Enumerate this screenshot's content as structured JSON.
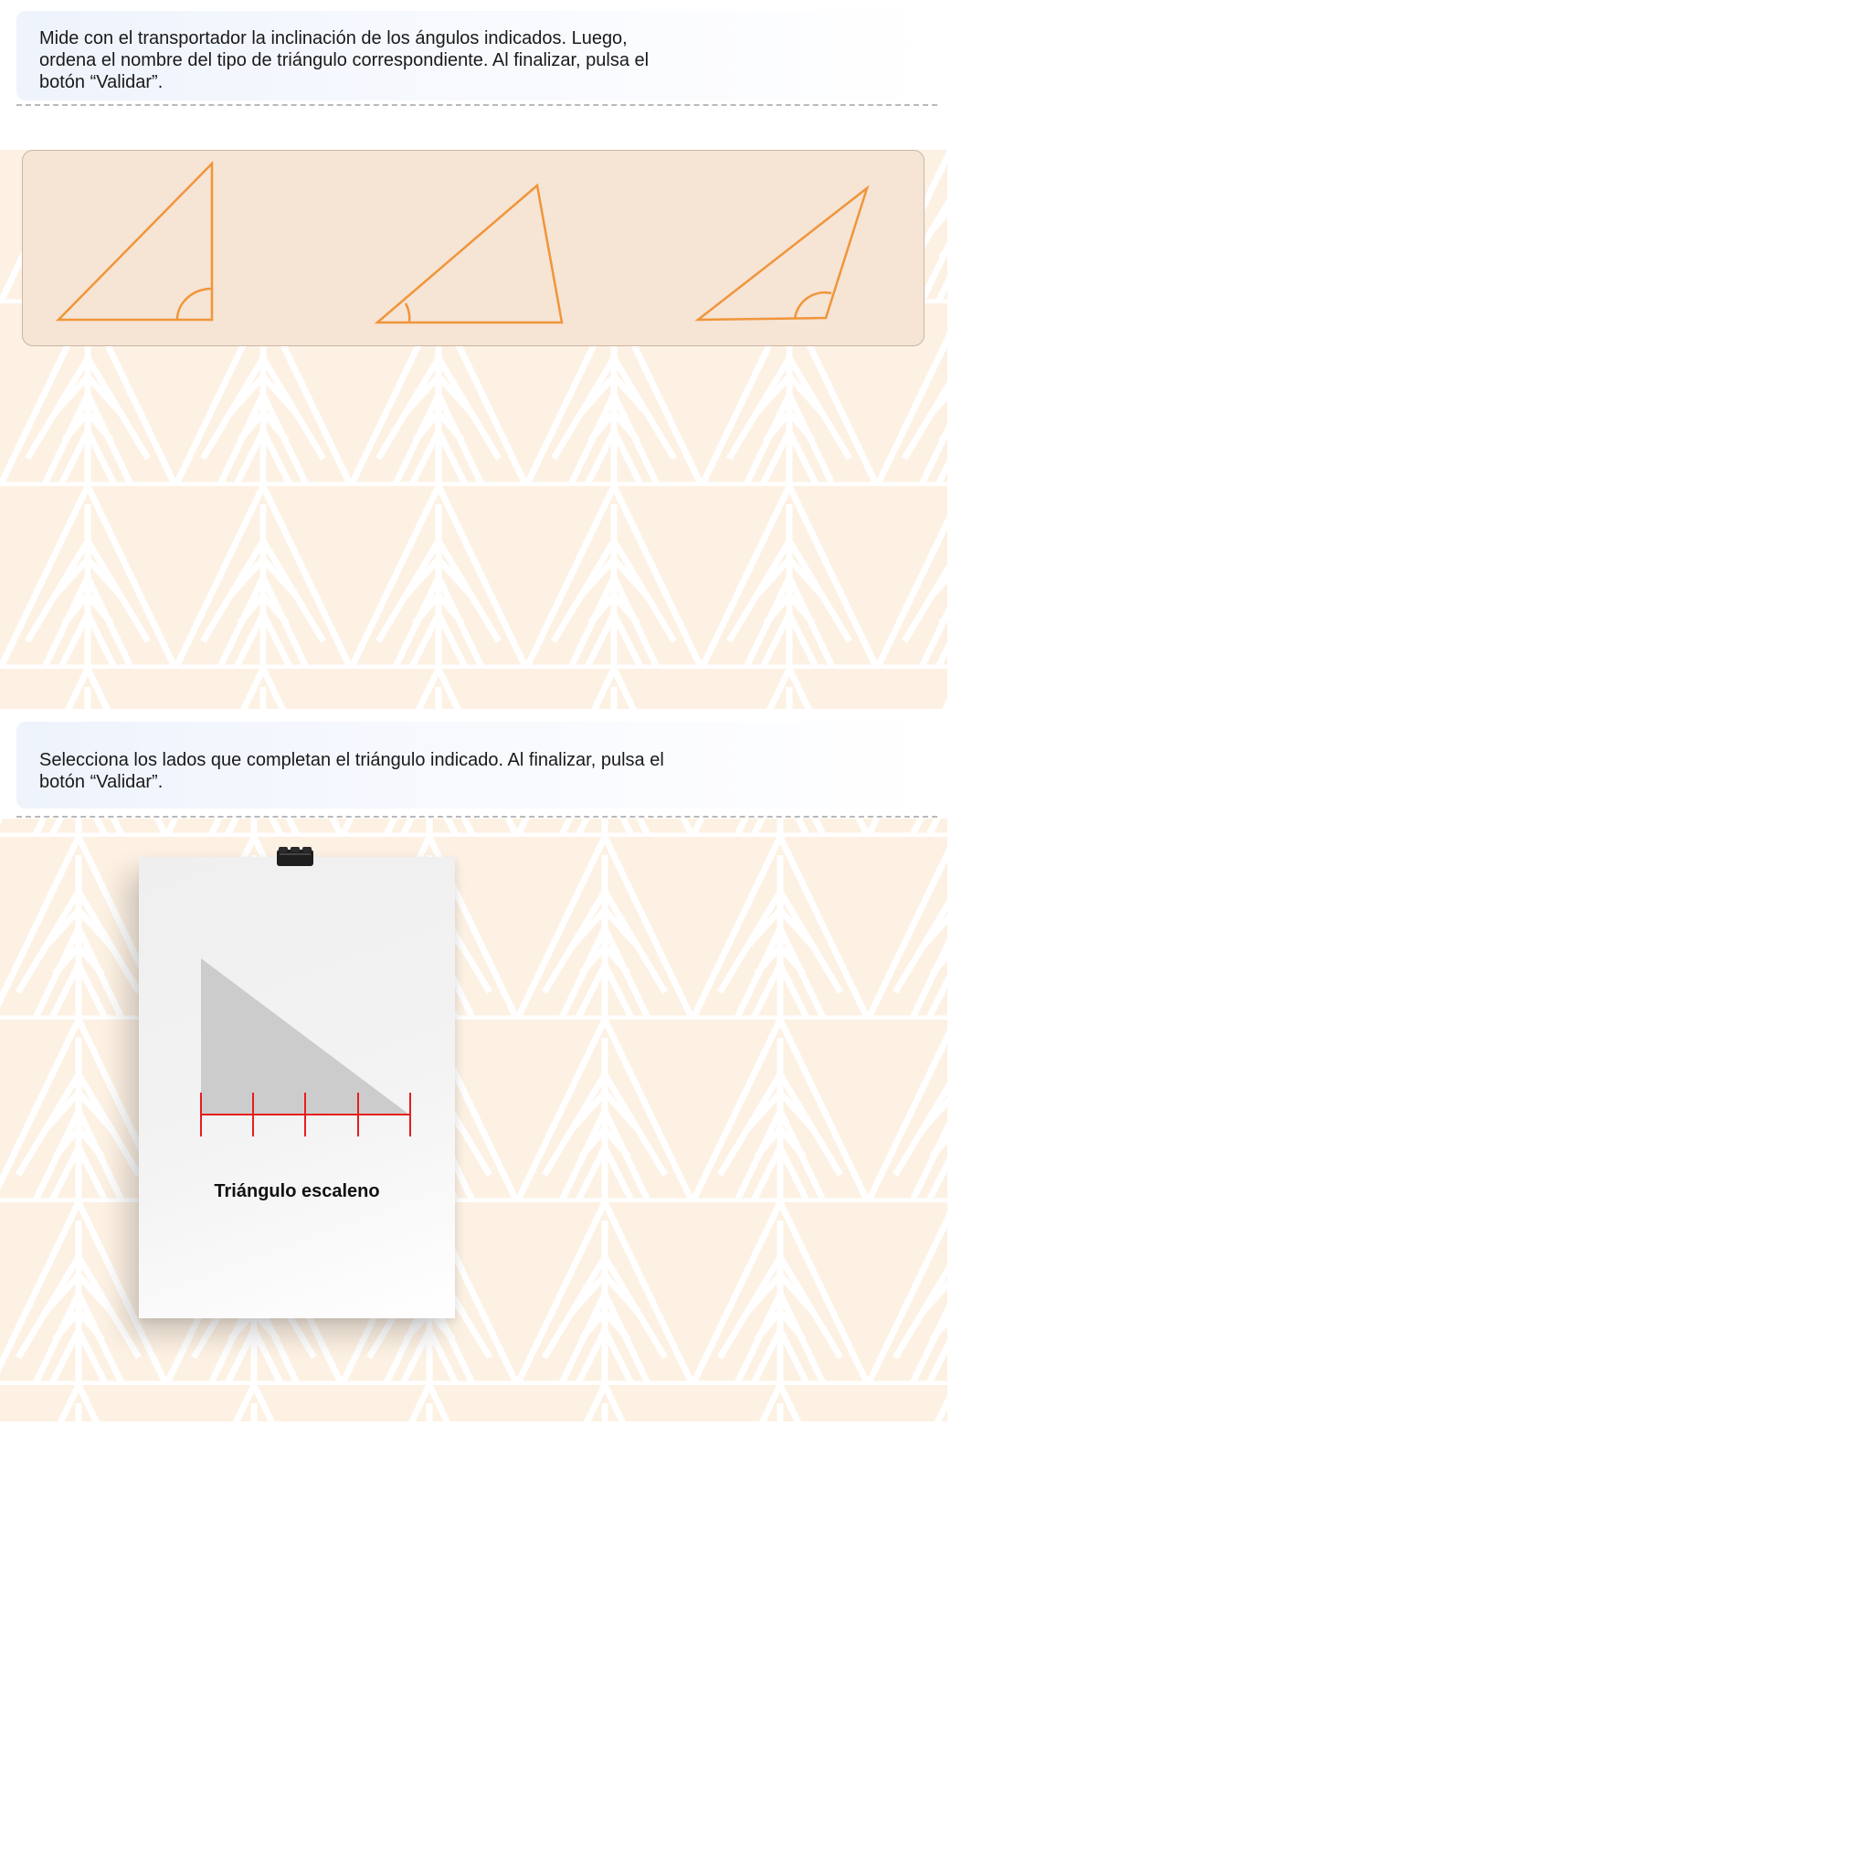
{
  "activity1": {
    "instruction": "Mide con el transportador la inclinación de los ángulos indicados. Luego, ordena el nombre del tipo de triángulo correspondiente. Al finalizar, pulsa el botón “Validar”."
  },
  "activity2": {
    "instruction": "Selecciona los lados que completan el triángulo indicado. Al finalizar, pulsa el botón “Validar”.",
    "card_label": "Triángulo escaleno"
  },
  "colors": {
    "triangle_stroke": "#f0953a",
    "panel_bg": "#f6e4d4",
    "pattern": "#fdf1e3",
    "ruler": "#e61e1e",
    "card_triangle": "#cccccc"
  },
  "icons": [
    "binder-clip-icon"
  ]
}
